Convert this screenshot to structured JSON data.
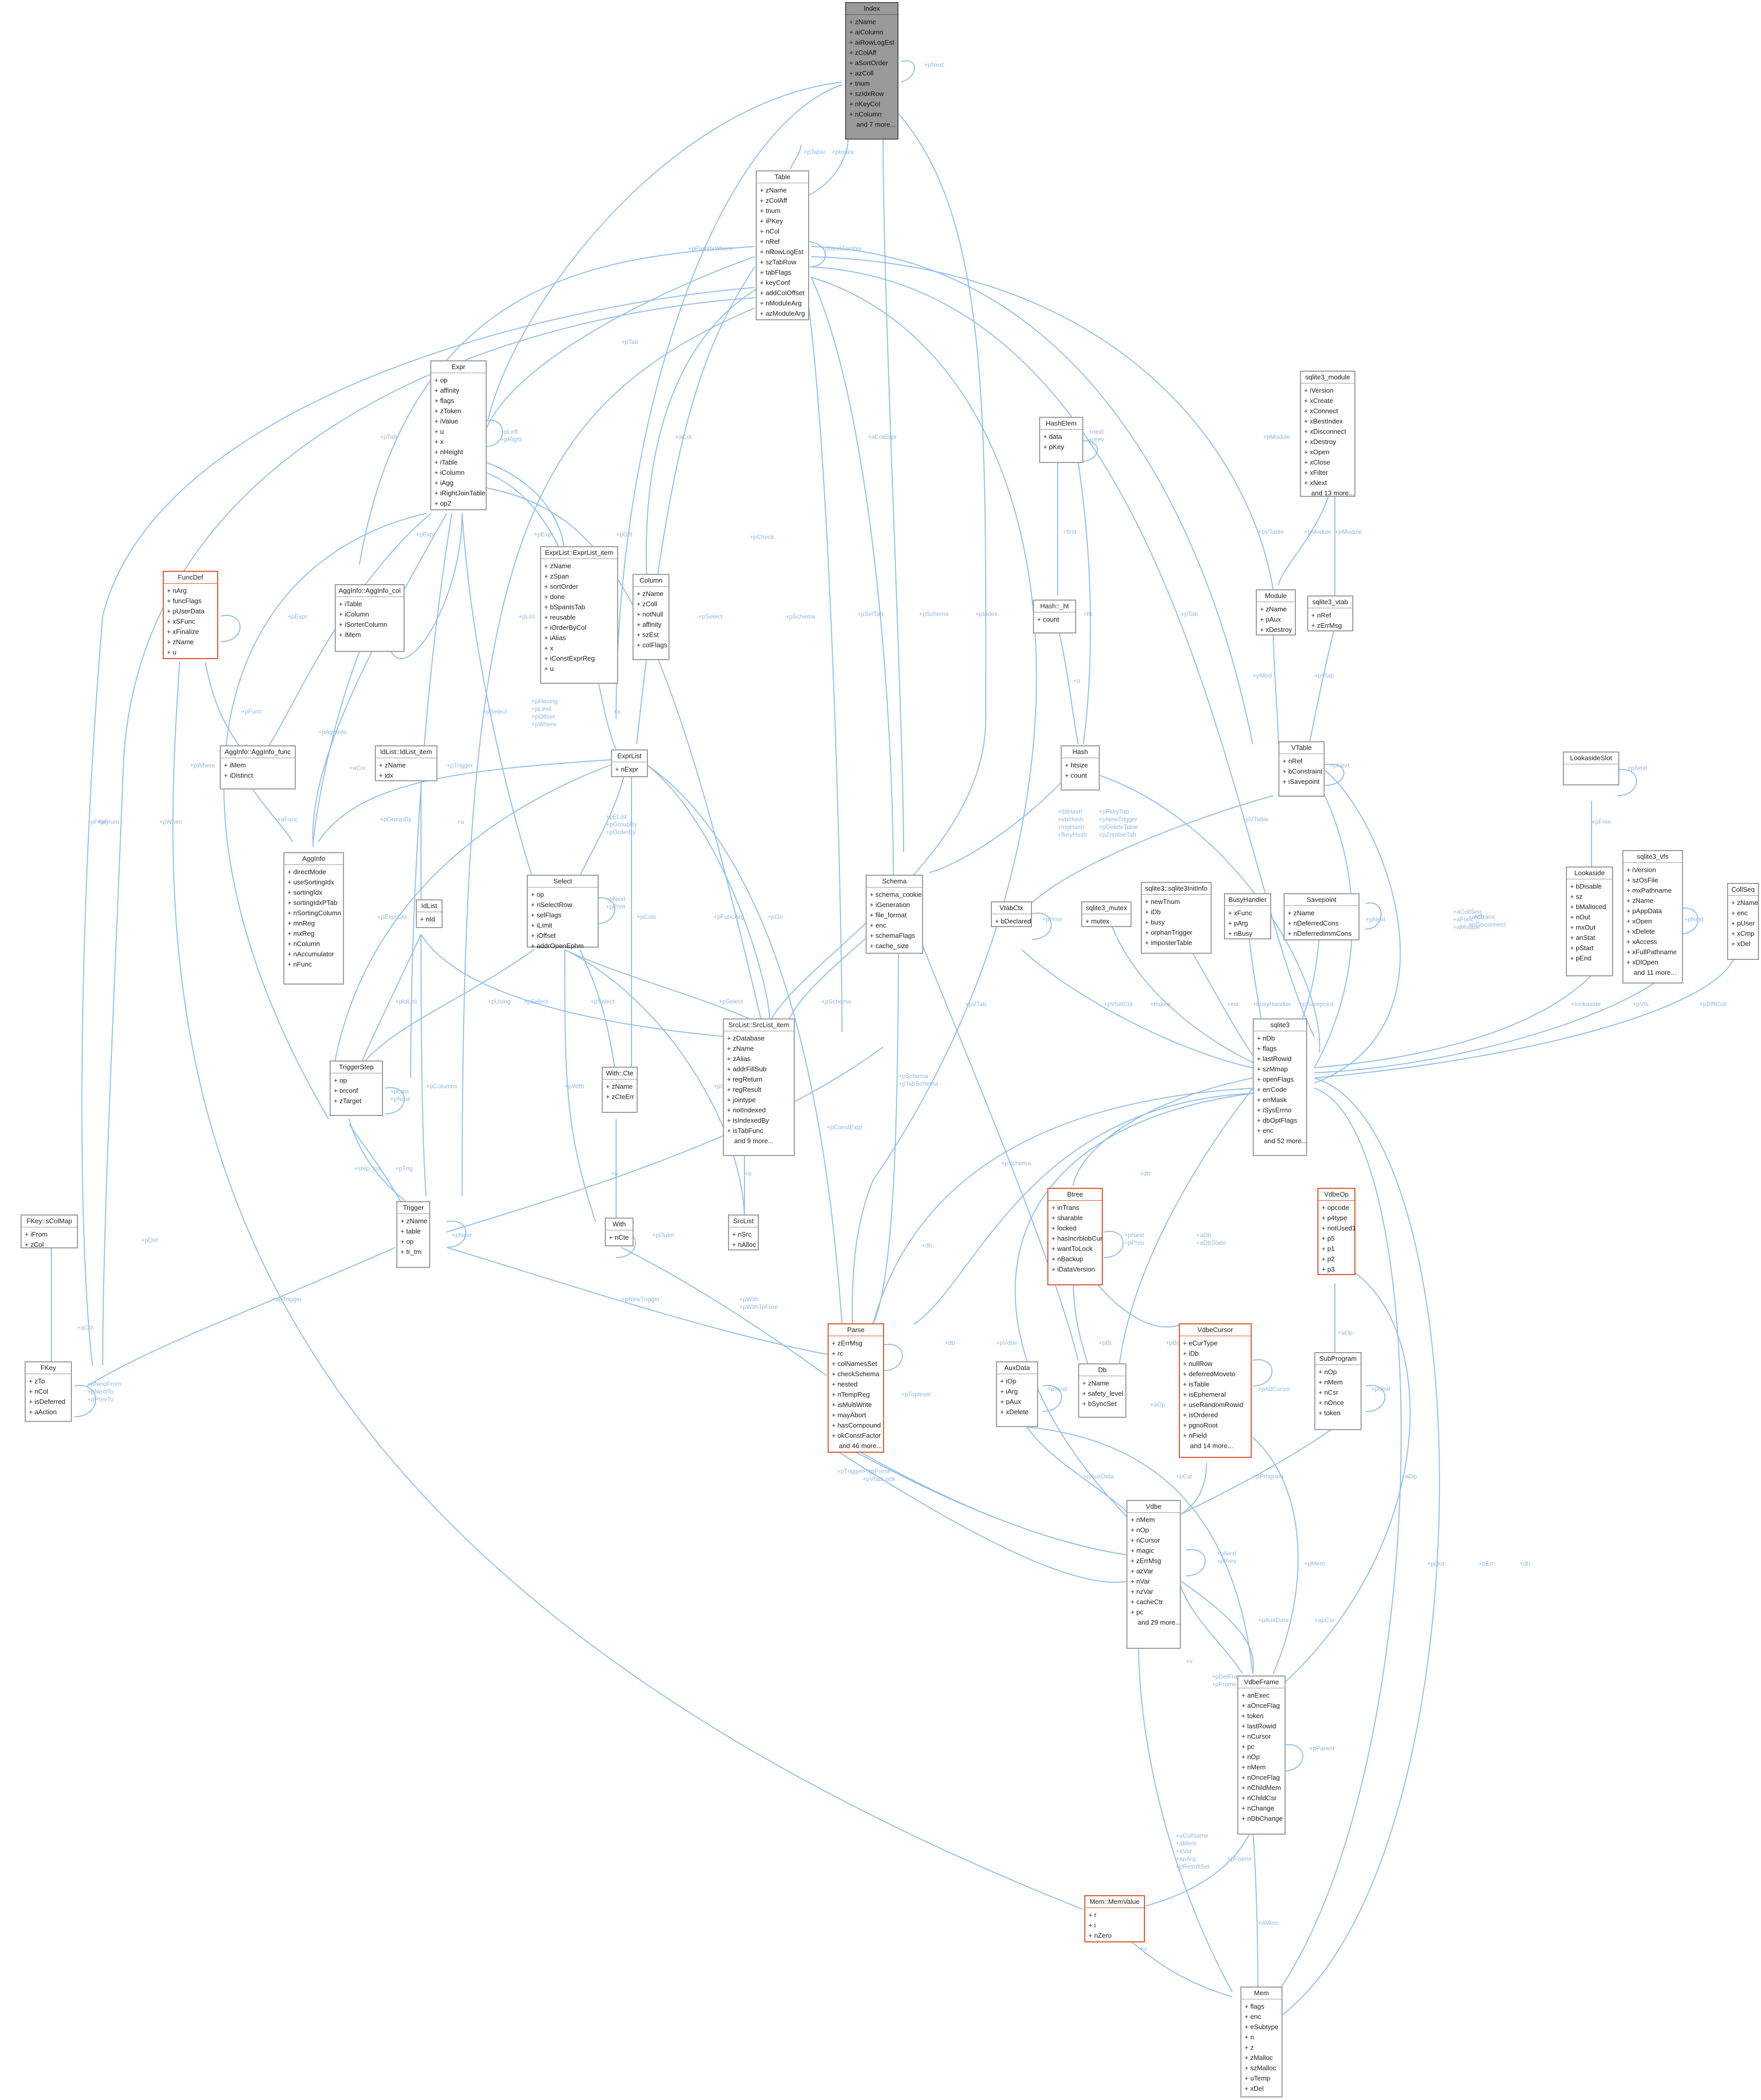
{
  "nodes": {
    "index": {
      "title": "Index",
      "fields": [
        "+ zName",
        "+ aiColumn",
        "+ aiRowLogEst",
        "+ zColAff",
        "+ aSortOrder",
        "+ azColl",
        "+ tnum",
        "+ szIdxRow",
        "+ nKeyCol",
        "+ nColumn"
      ],
      "more": "and 7 more..."
    },
    "table": {
      "title": "Table",
      "fields": [
        "+ zName",
        "+ zColAff",
        "+ tnum",
        "+ iPKey",
        "+ nCol",
        "+ nRef",
        "+ nRowLogEst",
        "+ szTabRow",
        "+ tabFlags",
        "+ keyConf",
        "+ addColOffset",
        "+ nModuleArg",
        "+ azModuleArg"
      ],
      "more": ""
    },
    "expr": {
      "title": "Expr",
      "fields": [
        "+ op",
        "+ affinity",
        "+ flags",
        "+ zToken",
        "+ iValue",
        "+ u",
        "+ x",
        "+ nHeight",
        "+ iTable",
        "+ iColumn",
        "+ iAgg",
        "+ iRightJoinTable",
        "+ op2"
      ],
      "more": ""
    },
    "funcdef": {
      "title": "FuncDef",
      "fields": [
        "+ nArg",
        "+ funcFlags",
        "+ pUserData",
        "+ xSFunc",
        "+ xFinalize",
        "+ zName",
        "+ u"
      ],
      "more": ""
    },
    "agginfo_col": {
      "title": "AggInfo::AggInfo_col",
      "fields": [
        "+ iTable",
        "+ iColumn",
        "+ iSorterColumn",
        "+ iMem"
      ],
      "more": ""
    },
    "exprlist_item": {
      "title": "ExprList::ExprList_item",
      "fields": [
        "+ zName",
        "+ zSpan",
        "+ sortOrder",
        "+ done",
        "+ bSpanIsTab",
        "+ reusable",
        "+ iOrderByCol",
        "+ iAlias",
        "+ x",
        "+ iConstExprReg",
        "+ u"
      ],
      "more": ""
    },
    "column": {
      "title": "Column",
      "fields": [
        "+ zName",
        "+ zColl",
        "+ notNull",
        "+ affinity",
        "+ szEst",
        "+ colFlags"
      ],
      "more": ""
    },
    "hashelem": {
      "title": "HashElem",
      "fields": [
        "+ data",
        "+ pKey"
      ],
      "more": ""
    },
    "hash_ht": {
      "title": "Hash::_ht",
      "fields": [
        "+ count"
      ],
      "more": ""
    },
    "hash": {
      "title": "Hash",
      "fields": [
        "+ htsize",
        "+ count"
      ],
      "more": ""
    },
    "sqlite3_module": {
      "title": "sqlite3_module",
      "fields": [
        "+ iVersion",
        "+ xCreate",
        "+ xConnect",
        "+ xBestIndex",
        "+ xDisconnect",
        "+ xDestroy",
        "+ xOpen",
        "+ xClose",
        "+ xFilter",
        "+ xNext"
      ],
      "more": "and 13 more..."
    },
    "module": {
      "title": "Module",
      "fields": [
        "+ zName",
        "+ pAux",
        "+ xDestroy"
      ],
      "more": ""
    },
    "sqlite3_vtab": {
      "title": "sqlite3_vtab",
      "fields": [
        "+ nRef",
        "+ zErrMsg"
      ],
      "more": ""
    },
    "vtable": {
      "title": "VTable",
      "fields": [
        "+ nRef",
        "+ bConstraint",
        "+ iSavepoint"
      ],
      "more": ""
    },
    "agginfo_func": {
      "title": "AggInfo::AggInfo_func",
      "fields": [
        "+ iMem",
        "+ iDistinct"
      ],
      "more": ""
    },
    "idlist_item": {
      "title": "IdList::IdList_item",
      "fields": [
        "+ zName",
        "+ idx"
      ],
      "more": ""
    },
    "exprlist": {
      "title": "ExprList",
      "fields": [
        "+ nExpr"
      ],
      "more": ""
    },
    "agginfo": {
      "title": "AggInfo",
      "fields": [
        "+ directMode",
        "+ useSortingIdx",
        "+ sortingIdx",
        "+ sortingIdxPTab",
        "+ nSortingColumn",
        "+ mnReg",
        "+ mxReg",
        "+ nColumn",
        "+ nAccumulator",
        "+ nFunc"
      ],
      "more": ""
    },
    "idlist": {
      "title": "IdList",
      "fields": [
        "+ nId"
      ],
      "more": ""
    },
    "select": {
      "title": "Select",
      "fields": [
        "+ op",
        "+ nSelectRow",
        "+ selFlags",
        "+ iLimit",
        "+ iOffset",
        "+ addrOpenEphm"
      ],
      "more": ""
    },
    "schema": {
      "title": "Schema",
      "fields": [
        "+ schema_cookie",
        "+ iGeneration",
        "+ file_format",
        "+ enc",
        "+ schemaFlags",
        "+ cache_size"
      ],
      "more": ""
    },
    "vtabctx": {
      "title": "VtabCtx",
      "fields": [
        "+ bDeclared"
      ],
      "more": ""
    },
    "sqlite3_mutex": {
      "title": "sqlite3_mutex",
      "fields": [
        "+ mutex"
      ],
      "more": ""
    },
    "sqlite3_initinfo": {
      "title": "sqlite3::sqlite3InitInfo",
      "fields": [
        "+ newTnum",
        "+ iDb",
        "+ busy",
        "+ orphanTrigger",
        "+ imposterTable"
      ],
      "more": ""
    },
    "busyhandler": {
      "title": "BusyHandler",
      "fields": [
        "+ xFunc",
        "+ pArg",
        "+ nBusy"
      ],
      "more": ""
    },
    "savepoint": {
      "title": "Savepoint",
      "fields": [
        "+ zName",
        "+ nDeferredCons",
        "+ nDeferredImmCons"
      ],
      "more": ""
    },
    "lookasideslot": {
      "title": "LookasideSlot",
      "fields": [],
      "more": ""
    },
    "lookaside": {
      "title": "Lookaside",
      "fields": [
        "+ bDisable",
        "+ sz",
        "+ bMalloced",
        "+ nOut",
        "+ mxOut",
        "+ anStat",
        "+ pStart",
        "+ pEnd"
      ],
      "more": ""
    },
    "sqlite3_vfs": {
      "title": "sqlite3_vfs",
      "fields": [
        "+ iVersion",
        "+ szOsFile",
        "+ mxPathname",
        "+ zName",
        "+ pAppData",
        "+ xOpen",
        "+ xDelete",
        "+ xAccess",
        "+ xFullPathname",
        "+ xDlOpen"
      ],
      "more": "and 11 more..."
    },
    "collseq": {
      "title": "CollSeq",
      "fields": [
        "+ zName",
        "+ enc",
        "+ pUser",
        "+ xCmp",
        "+ xDel"
      ],
      "more": ""
    },
    "triggerstep": {
      "title": "TriggerStep",
      "fields": [
        "+ op",
        "+ orconf",
        "+ zTarget"
      ],
      "more": ""
    },
    "with_cte": {
      "title": "With::Cte",
      "fields": [
        "+ zName",
        "+ zCteErr"
      ],
      "more": ""
    },
    "srclist_item": {
      "title": "SrcList::SrcList_item",
      "fields": [
        "+ zDatabase",
        "+ zName",
        "+ zAlias",
        "+ addrFillSub",
        "+ regReturn",
        "+ regResult",
        "+ jointype",
        "+ notIndexed",
        "+ isIndexedBy",
        "+ isTabFunc"
      ],
      "more": "and 9 more..."
    },
    "sqlite3": {
      "title": "sqlite3",
      "fields": [
        "+ nDb",
        "+ flags",
        "+ lastRowid",
        "+ szMmap",
        "+ openFlags",
        "+ errCode",
        "+ errMask",
        "+ iSysErrno",
        "+ dbOptFlags",
        "+ enc"
      ],
      "more": "and 52 more..."
    },
    "fkey_scolmap": {
      "title": "FKey::sColMap",
      "fields": [
        "+ iFrom",
        "+ zCol"
      ],
      "more": ""
    },
    "trigger": {
      "title": "Trigger",
      "fields": [
        "+ zName",
        "+ table",
        "+ op",
        "+ tr_tm"
      ],
      "more": ""
    },
    "with": {
      "title": "With",
      "fields": [
        "+ nCte"
      ],
      "more": ""
    },
    "srclist": {
      "title": "SrcList",
      "fields": [
        "+ nSrc",
        "+ nAlloc"
      ],
      "more": ""
    },
    "btree": {
      "title": "Btree",
      "fields": [
        "+ inTrans",
        "+ sharable",
        "+ locked",
        "+ hasIncrblobCur",
        "+ wantToLock",
        "+ nBackup",
        "+ iDataVersion"
      ],
      "more": ""
    },
    "vdbeop": {
      "title": "VdbeOp",
      "fields": [
        "+ opcode",
        "+ p4type",
        "+ notUsed1",
        "+ p5",
        "+ p1",
        "+ p2",
        "+ p3"
      ],
      "more": ""
    },
    "fkey": {
      "title": "FKey",
      "fields": [
        "+ zTo",
        "+ nCol",
        "+ isDeferred",
        "+ aAction"
      ],
      "more": ""
    },
    "parse": {
      "title": "Parse",
      "fields": [
        "+ zErrMsg",
        "+ rc",
        "+ colNamesSet",
        "+ checkSchema",
        "+ nested",
        "+ nTempReg",
        "+ isMultiWrite",
        "+ mayAbort",
        "+ hasCompound",
        "+ okConstFactor"
      ],
      "more": "and 46 more..."
    },
    "auxdata": {
      "title": "AuxData",
      "fields": [
        "+ iOp",
        "+ iArg",
        "+ pAux",
        "+ xDelete"
      ],
      "more": ""
    },
    "db": {
      "title": "Db",
      "fields": [
        "+ zName",
        "+ safety_level",
        "+ bSyncSet"
      ],
      "more": ""
    },
    "vdbecursor": {
      "title": "VdbeCursor",
      "fields": [
        "+ eCurType",
        "+ iDb",
        "+ nullRow",
        "+ deferredMoveto",
        "+ isTable",
        "+ isEphemeral",
        "+ useRandomRowid",
        "+ isOrdered",
        "+ pgnoRoot",
        "+ nField"
      ],
      "more": "and 14 more..."
    },
    "subprogram": {
      "title": "SubProgram",
      "fields": [
        "+ nOp",
        "+ nMem",
        "+ nCsr",
        "+ nOnce",
        "+ token"
      ],
      "more": ""
    },
    "vdbe": {
      "title": "Vdbe",
      "fields": [
        "+ nMem",
        "+ nOp",
        "+ nCursor",
        "+ magic",
        "+ zErrMsg",
        "+ azVar",
        "+ nVar",
        "+ nzVar",
        "+ cacheCtr",
        "+ pc"
      ],
      "more": "and 29 more..."
    },
    "vdbeframe": {
      "title": "VdbeFrame",
      "fields": [
        "+ anExec",
        "+ aOnceFlag",
        "+ token",
        "+ lastRowid",
        "+ nCursor",
        "+ pc",
        "+ nOp",
        "+ nMem",
        "+ nOnceFlag",
        "+ nChildMem",
        "+ nChildCsr",
        "+ nChange",
        "+ nDbChange"
      ],
      "more": ""
    },
    "mem_memvalue": {
      "title": "Mem::MemValue",
      "fields": [
        "+ r",
        "+ i",
        "+ nZero"
      ],
      "more": ""
    },
    "mem": {
      "title": "Mem",
      "fields": [
        "+ flags",
        "+ enc",
        "+ eSubtype",
        "+ n",
        "+ z",
        "+ zMalloc",
        "+ szMalloc",
        "+ uTemp",
        "+ xDel"
      ],
      "more": ""
    }
  },
  "edge_labels": [
    "+pNext",
    "+pTable",
    "+pIndex",
    "+pPartIdxWhere",
    "+pNextZombie",
    "+pLeft\n+pRight",
    "+pTab",
    "+aCol",
    "+aColExpr",
    "+pNext\n+pPrev",
    "+pWhere",
    "+pSelect",
    "+pCheck",
    "+pFKey",
    "+pFrom",
    "+pExpr",
    "+pDflt",
    "+a",
    "+pHaving\n+pLimit\n+pOffset\n+pWhere",
    "+pEList\n+pGroupBy\n+pOrderBy",
    "+pPrior\n+pNext",
    "+pCols",
    "+pFuncArg",
    "+pUsing",
    "+pOn",
    "+pSelect",
    "+pIdxList",
    "+pExprList",
    "+pColumns",
    "+pWith",
    "+pOuter",
    "+pSchema",
    "+pTabSchema",
    "+pTrigger",
    "+pTrig",
    "+step_list",
    "+pLast\n+pNext",
    "+aCol",
    "+pNextFrom\n+pNextTo\n+pPrevTo",
    "+apTrigger",
    "+pNewTrigger",
    "+pWith\n+pWithToFree",
    "+pToplevel",
    "+pTriggerTab",
    "+pParse",
    "+pVdbe",
    "+db",
    "+pBt",
    "+pBt",
    "+aDb\n+aDbStatic",
    "+aOp",
    "+pNext",
    "+pAuxData",
    "+pAltCursor",
    "+pCsr",
    "+apCsr",
    "+pProgram",
    "+pFrame",
    "+pDelFrame\n+pFrame",
    "+pParent",
    "+aColName\n+aMem\n+aVar\n+apArg\n+pResultSet",
    "+aMem",
    "+pMem",
    "+u",
    "+pOut",
    "+pDel",
    "+pErr",
    "+pSchema",
    "+pVtabCtx",
    "+pVTab",
    "+pVtab",
    "+pDisconnect",
    "+pVTable",
    "+aVTrans",
    "+pModule",
    "+pMod",
    "+aModule",
    "+aCollSeq\n+aFunc\n+aModule",
    "+tblHash\n+idxHash\n+trigHash\n+fkeyHash",
    "+pFkeyTab\n+pNewTrigger\n+pDeleteTable\n+pZombieTab",
    "+first",
    "+ht",
    "+next\n+prev",
    "+mutex",
    "+init",
    "+busyHandler",
    "+pSavepoint",
    "+pNext",
    "+lookaside",
    "+pVfs",
    "+pDfltColl",
    "+pFree",
    "+pDef",
    "+pFunc",
    "+aFunc",
    "+aCol",
    "+pAggInfo",
    "+pGroupBy",
    "+pPrior"
  ]
}
